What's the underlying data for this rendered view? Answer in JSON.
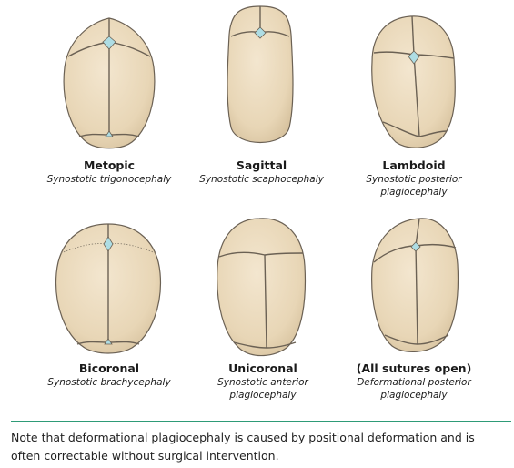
{
  "panels": [
    {
      "title": "Metopic",
      "subtitle": "Synostotic trigonocephaly"
    },
    {
      "title": "Sagittal",
      "subtitle": "Synostotic scaphocephaly"
    },
    {
      "title": "Lambdoid",
      "subtitle": "Synostotic posterior plagiocephaly"
    },
    {
      "title": "Bicoronal",
      "subtitle": "Synostotic brachycephaly"
    },
    {
      "title": "Unicoronal",
      "subtitle": "Synostotic anterior plagiocephaly"
    },
    {
      "title": "(All sutures open)",
      "subtitle": "Deformational posterior plagiocephaly"
    }
  ],
  "note": "Note that deformational plagiocephaly is caused by positional deformation and is often correctable without surgical intervention."
}
